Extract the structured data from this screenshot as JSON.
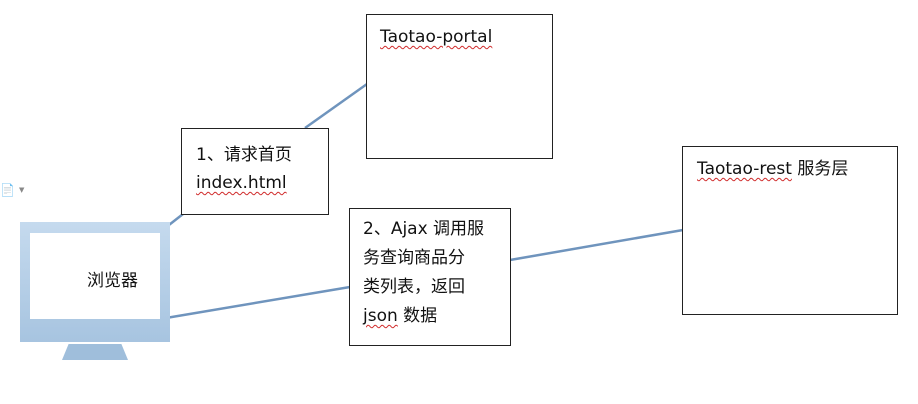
{
  "diagram": {
    "portal_box": {
      "label": "Taotao-portal"
    },
    "request_box": {
      "line1": "1、请求首页",
      "line2": "index.html"
    },
    "rest_box": {
      "label_en": "Taotao-rest",
      "label_cn": "服务层"
    },
    "ajax_box": {
      "line1": "2、Ajax 调用服",
      "line2": "务查询商品分",
      "line3": "类列表，返回",
      "line4_en": "json",
      "line4_cn": "数据"
    },
    "browser": {
      "label": "浏览器"
    }
  },
  "colors": {
    "connector": "#6f94bd",
    "monitor": "#a7c4e0",
    "border": "#222222",
    "spellcheck": "#d02a2a"
  },
  "icons": [
    "document-icon",
    "dropdown-arrow-icon"
  ]
}
